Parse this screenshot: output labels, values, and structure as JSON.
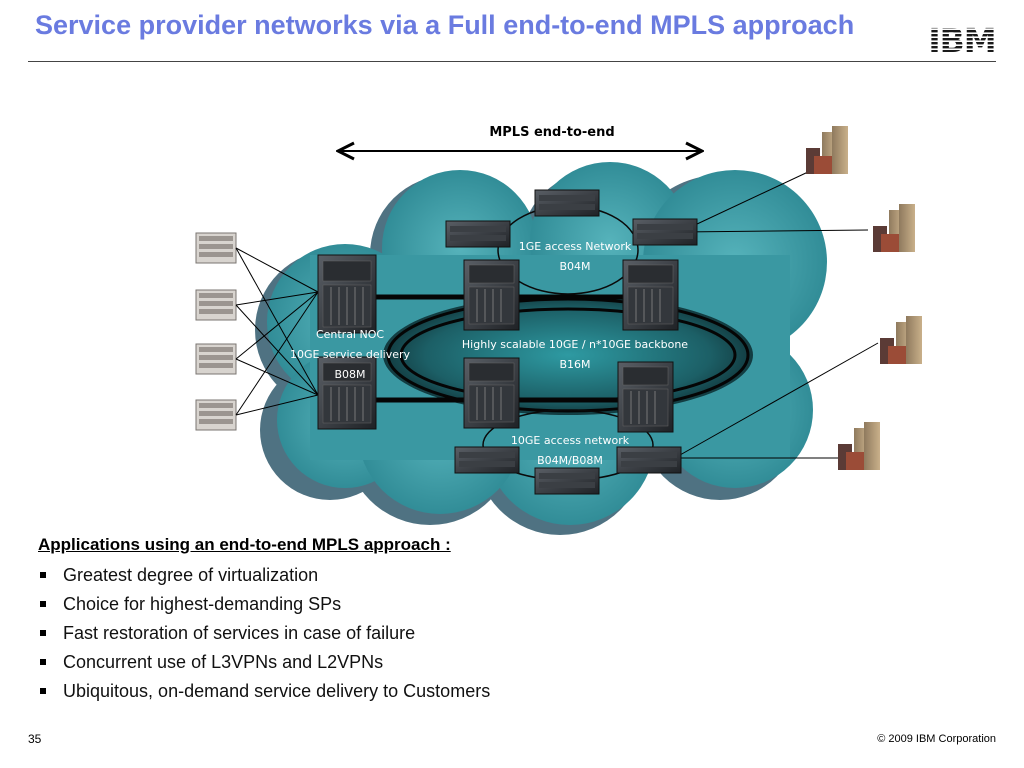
{
  "slide": {
    "title": "Service provider networks via a Full end-to-end MPLS approach",
    "logo_text": "IBM",
    "page_number": "35",
    "copyright": "© 2009 IBM Corporation"
  },
  "diagram": {
    "mpls_label": "MPLS end-to-end",
    "access_1ge_label": "1GE access Network",
    "access_1ge_model": "B04M",
    "backbone_label": "Highly scalable 10GE / n*10GE backbone",
    "backbone_model": "B16M",
    "noc_label": "Central NOC",
    "noc_service": "10GE service delivery",
    "noc_model": "B08M",
    "access_10ge_label": "10GE access network",
    "access_10ge_model": "B04M/B08M",
    "icons": {
      "server_racks": "server-rack-icon",
      "router": "router-icon",
      "building": "building-icon"
    },
    "colors": {
      "cloud_teal": "#2f8c96",
      "cloud_shadow": "#4e6f7d",
      "title_blue": "#6a7be0"
    }
  },
  "applications": {
    "heading": "Applications using an end-to-end MPLS approach :",
    "items": [
      "Greatest degree of virtualization",
      "Choice for highest-demanding SPs",
      "Fast restoration of services in case of failure",
      "Concurrent use of L3VPNs and L2VPNs",
      "Ubiquitous, on-demand service delivery to Customers"
    ]
  }
}
